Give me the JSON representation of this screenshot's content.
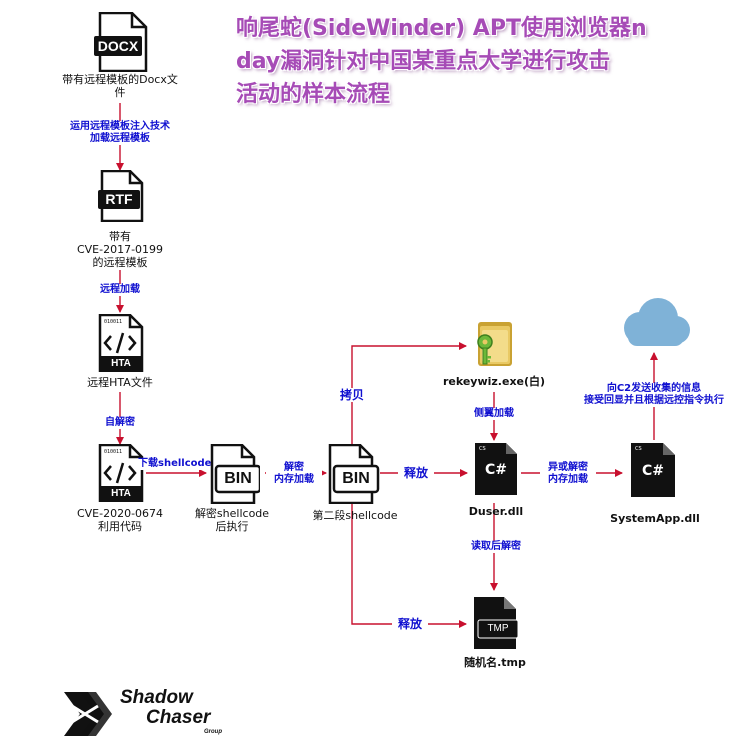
{
  "title": {
    "line1": "响尾蛇(SideWinder) APT使用浏览器n",
    "line2": "day漏洞针对中国某重点大学进行攻击",
    "line3": "活动的样本流程"
  },
  "nodes": {
    "docx": {
      "icon_text": "DOCX",
      "label1": "带有远程模板的Docx文",
      "label2": "件"
    },
    "rtf": {
      "icon_text": "RTF",
      "label1": "带有",
      "label2": "CVE-2017-0199",
      "label3": "的远程模板"
    },
    "hta1": {
      "icon_text": "HTA",
      "code": "010011",
      "label": "远程HTA文件"
    },
    "hta2": {
      "icon_text": "HTA",
      "code": "010011",
      "label1": "CVE-2020-0674",
      "label2": "利用代码"
    },
    "bin1": {
      "icon_text": "BIN",
      "label1": "解密shellcode",
      "label2": "后执行"
    },
    "bin2": {
      "icon_text": "BIN",
      "label": "第二段shellcode"
    },
    "rekeywiz": {
      "label": "rekeywiz.exe(白)"
    },
    "duser": {
      "icon_text": "C#",
      "corner": "CS",
      "label": "Duser.dll"
    },
    "systemapp": {
      "icon_text": "C#",
      "corner": "CS",
      "label": "SystemApp.dll"
    },
    "tmp": {
      "icon_text": "TMP",
      "label": "随机名.tmp"
    }
  },
  "edges": {
    "docx_rtf1": "运用远程模板注入技术",
    "docx_rtf2": "加载远程模板",
    "rtf_hta": "远程加载",
    "hta_hta": "自解密",
    "hta_bin": "下载shellcode",
    "bin_bin1": "解密",
    "bin_bin2": "内存加载",
    "bin_rekeywiz": "拷贝",
    "bin_duser": "释放",
    "bin_tmp": "释放",
    "rekeywiz_duser": "侧翼加载",
    "duser_tmp": "读取后解密",
    "duser_sys1": "异或解密",
    "duser_sys2": "内存加载",
    "sys_c21": "向C2发送收集的信息",
    "sys_c22": "接受回显并且根据远控指令执行"
  },
  "logo": {
    "line1": "Shadow",
    "line2": "Chaser",
    "line3": "Group"
  },
  "colors": {
    "title": "#a64bb6",
    "arrow": "#c8102e",
    "edge_text": "#1010d0",
    "cloud": "#7fb2d7",
    "icon": "#111111"
  }
}
